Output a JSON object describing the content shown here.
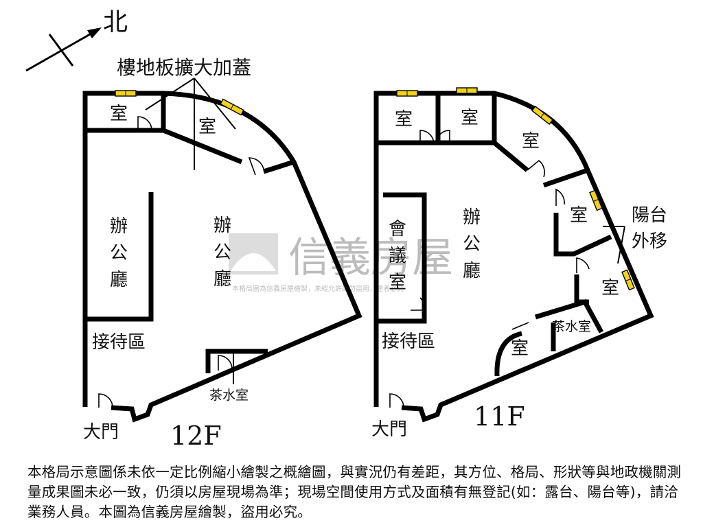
{
  "north_label": "北",
  "annotation_extension": "樓地板擴大加蓋",
  "annotation_balcony_line1": "陽台",
  "annotation_balcony_line2": "外移",
  "watermark": {
    "brand": "信義房屋",
    "notice": "本格局圖為信義房屋繪製，未經允許請勿盜用，違者必究"
  },
  "floors": [
    {
      "floor": "12F",
      "rooms": {
        "room_small_left": "室",
        "room_corner": "室",
        "office_left": [
          "辦",
          "公",
          "廳"
        ],
        "office_main": [
          "辦",
          "公",
          "廳"
        ],
        "reception": "接待區",
        "tea_room": "茶水室",
        "entrance": "大門"
      }
    },
    {
      "floor": "11F",
      "rooms": {
        "room_a": "室",
        "room_b": "室",
        "room_c": "室",
        "room_d": "室",
        "room_e": "室",
        "room_f": "室",
        "meeting_room": [
          "會",
          "議",
          "室"
        ],
        "office_main": [
          "辦",
          "公",
          "廳"
        ],
        "reception": "接待區",
        "tea_room": "茶水室",
        "entrance": "大門"
      }
    }
  ],
  "disclaimer": "本格局示意圖係未依一定比例縮小繪製之概繪圖，與實況仍有差距，其方位、格局、形狀等與地政機關測量成果圖未必一致，仍須以房屋現場為準；現場空間使用方式及面積有無登記(如：露台、陽台等)，請洽業務人員。本圖為信義房屋繪製，盜用必究。"
}
